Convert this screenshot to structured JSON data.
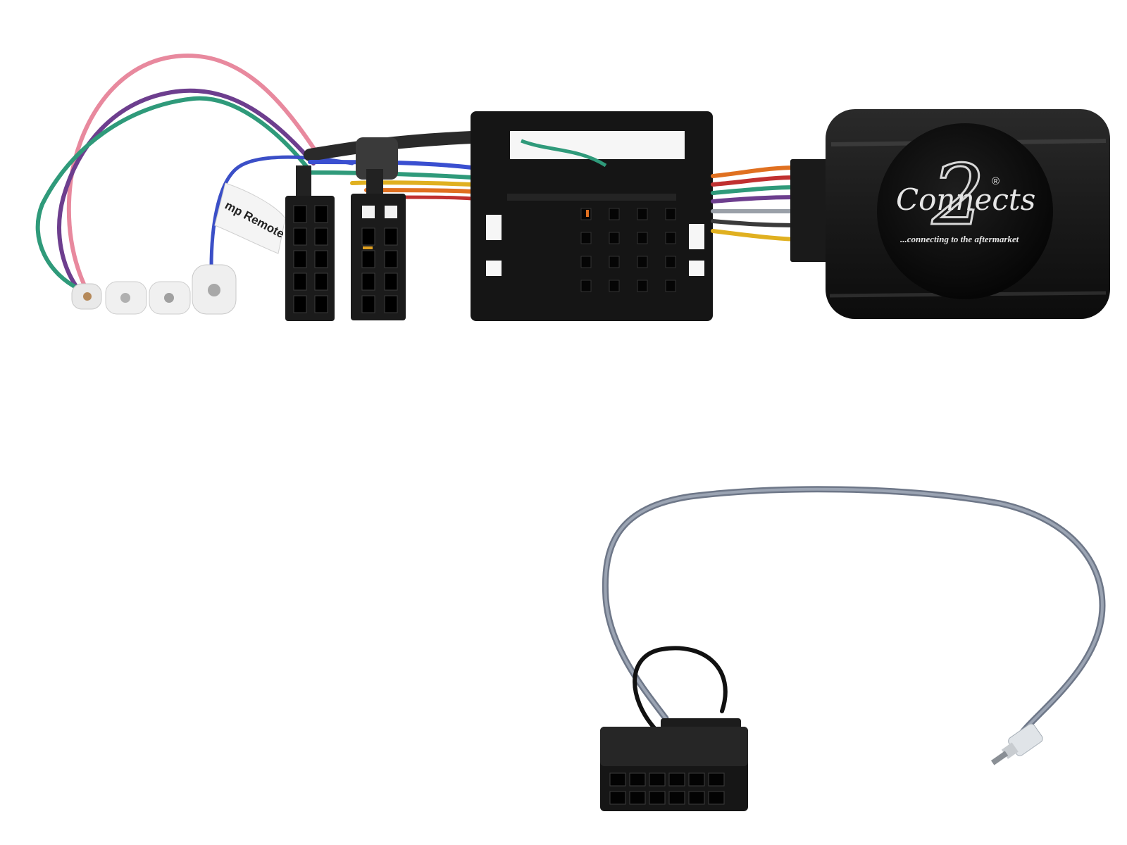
{
  "image": {
    "label_text": "mp Remote",
    "brand": {
      "name": "Connects",
      "numeral": "2",
      "registered": "®",
      "tagline": "...connecting to the aftermarket"
    }
  }
}
